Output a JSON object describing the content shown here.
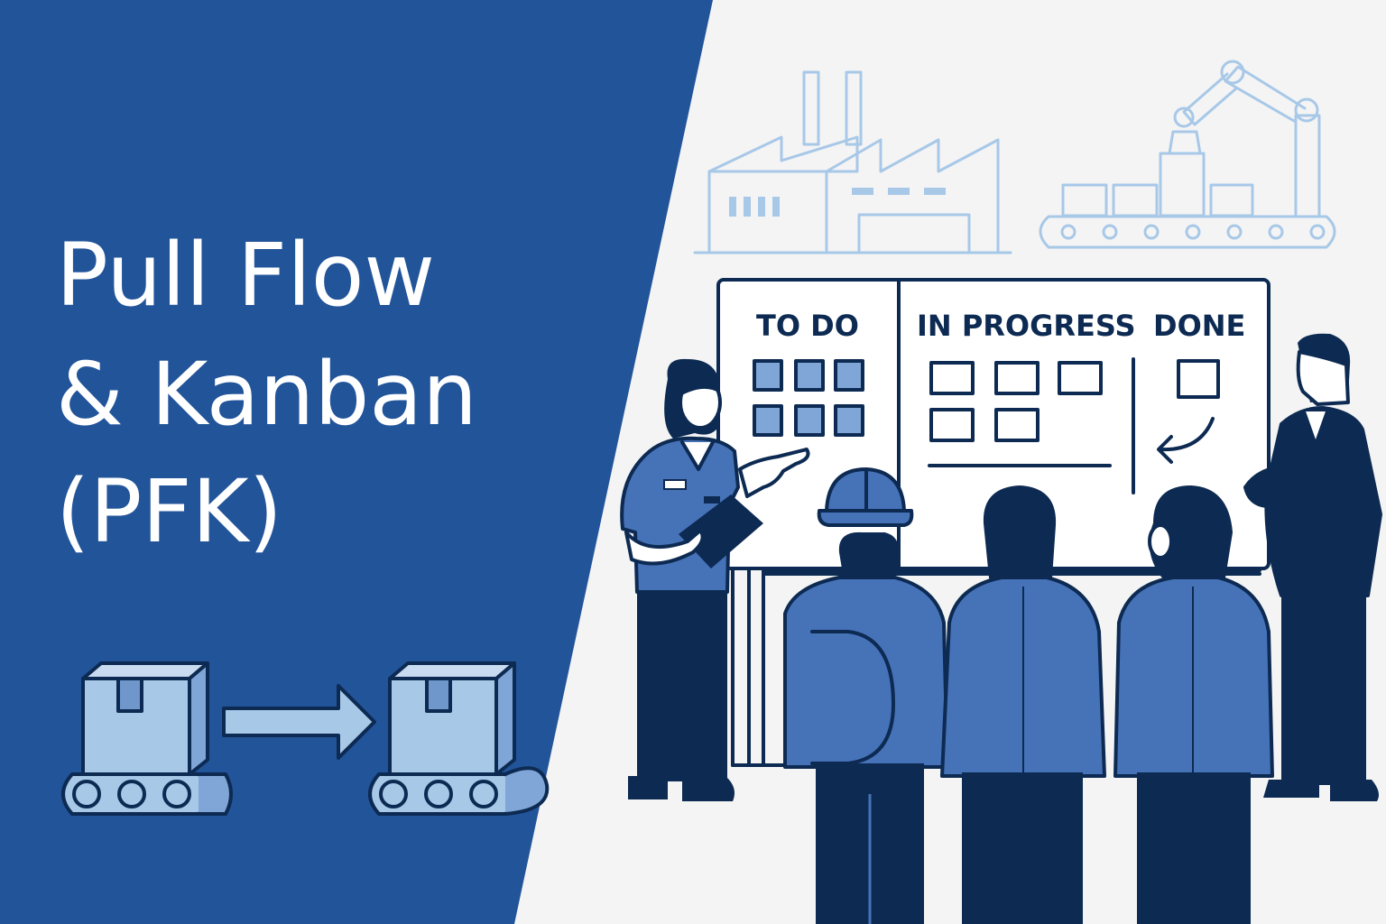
{
  "title": {
    "line1": "Pull Flow",
    "line2": "& Kanban",
    "line3": "(PFK)"
  },
  "board": {
    "col_todo": "TO DO",
    "col_in_progress": "IN PROGRESS",
    "col_done": "DONE"
  },
  "colors": {
    "brand_blue": "#22549a",
    "dark_navy": "#0d2a52",
    "mid_blue": "#4672b8",
    "light_blue": "#a8c8e8",
    "background": "#f4f4f4"
  },
  "icons": [
    "factory-icon",
    "robot-arm-icon",
    "conveyor-icon",
    "box-icon",
    "arrow-right-icon",
    "hard-hat-icon",
    "clipboard-icon"
  ]
}
